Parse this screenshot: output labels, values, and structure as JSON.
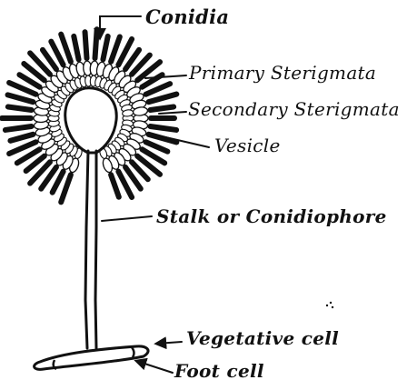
{
  "labels": {
    "conidia": "Conidia",
    "primary_sterigmata": "Primary Sterigmata",
    "secondary_sterigmata": "Secondary Sterigmata",
    "vesicle": "Vesicle",
    "stalk": "Stalk or Conidiophore",
    "vegetative_cell": "Vegetative cell",
    "foot_cell": "Foot cell"
  },
  "colors": {
    "ink": "#111111",
    "paper": "#ffffff"
  }
}
